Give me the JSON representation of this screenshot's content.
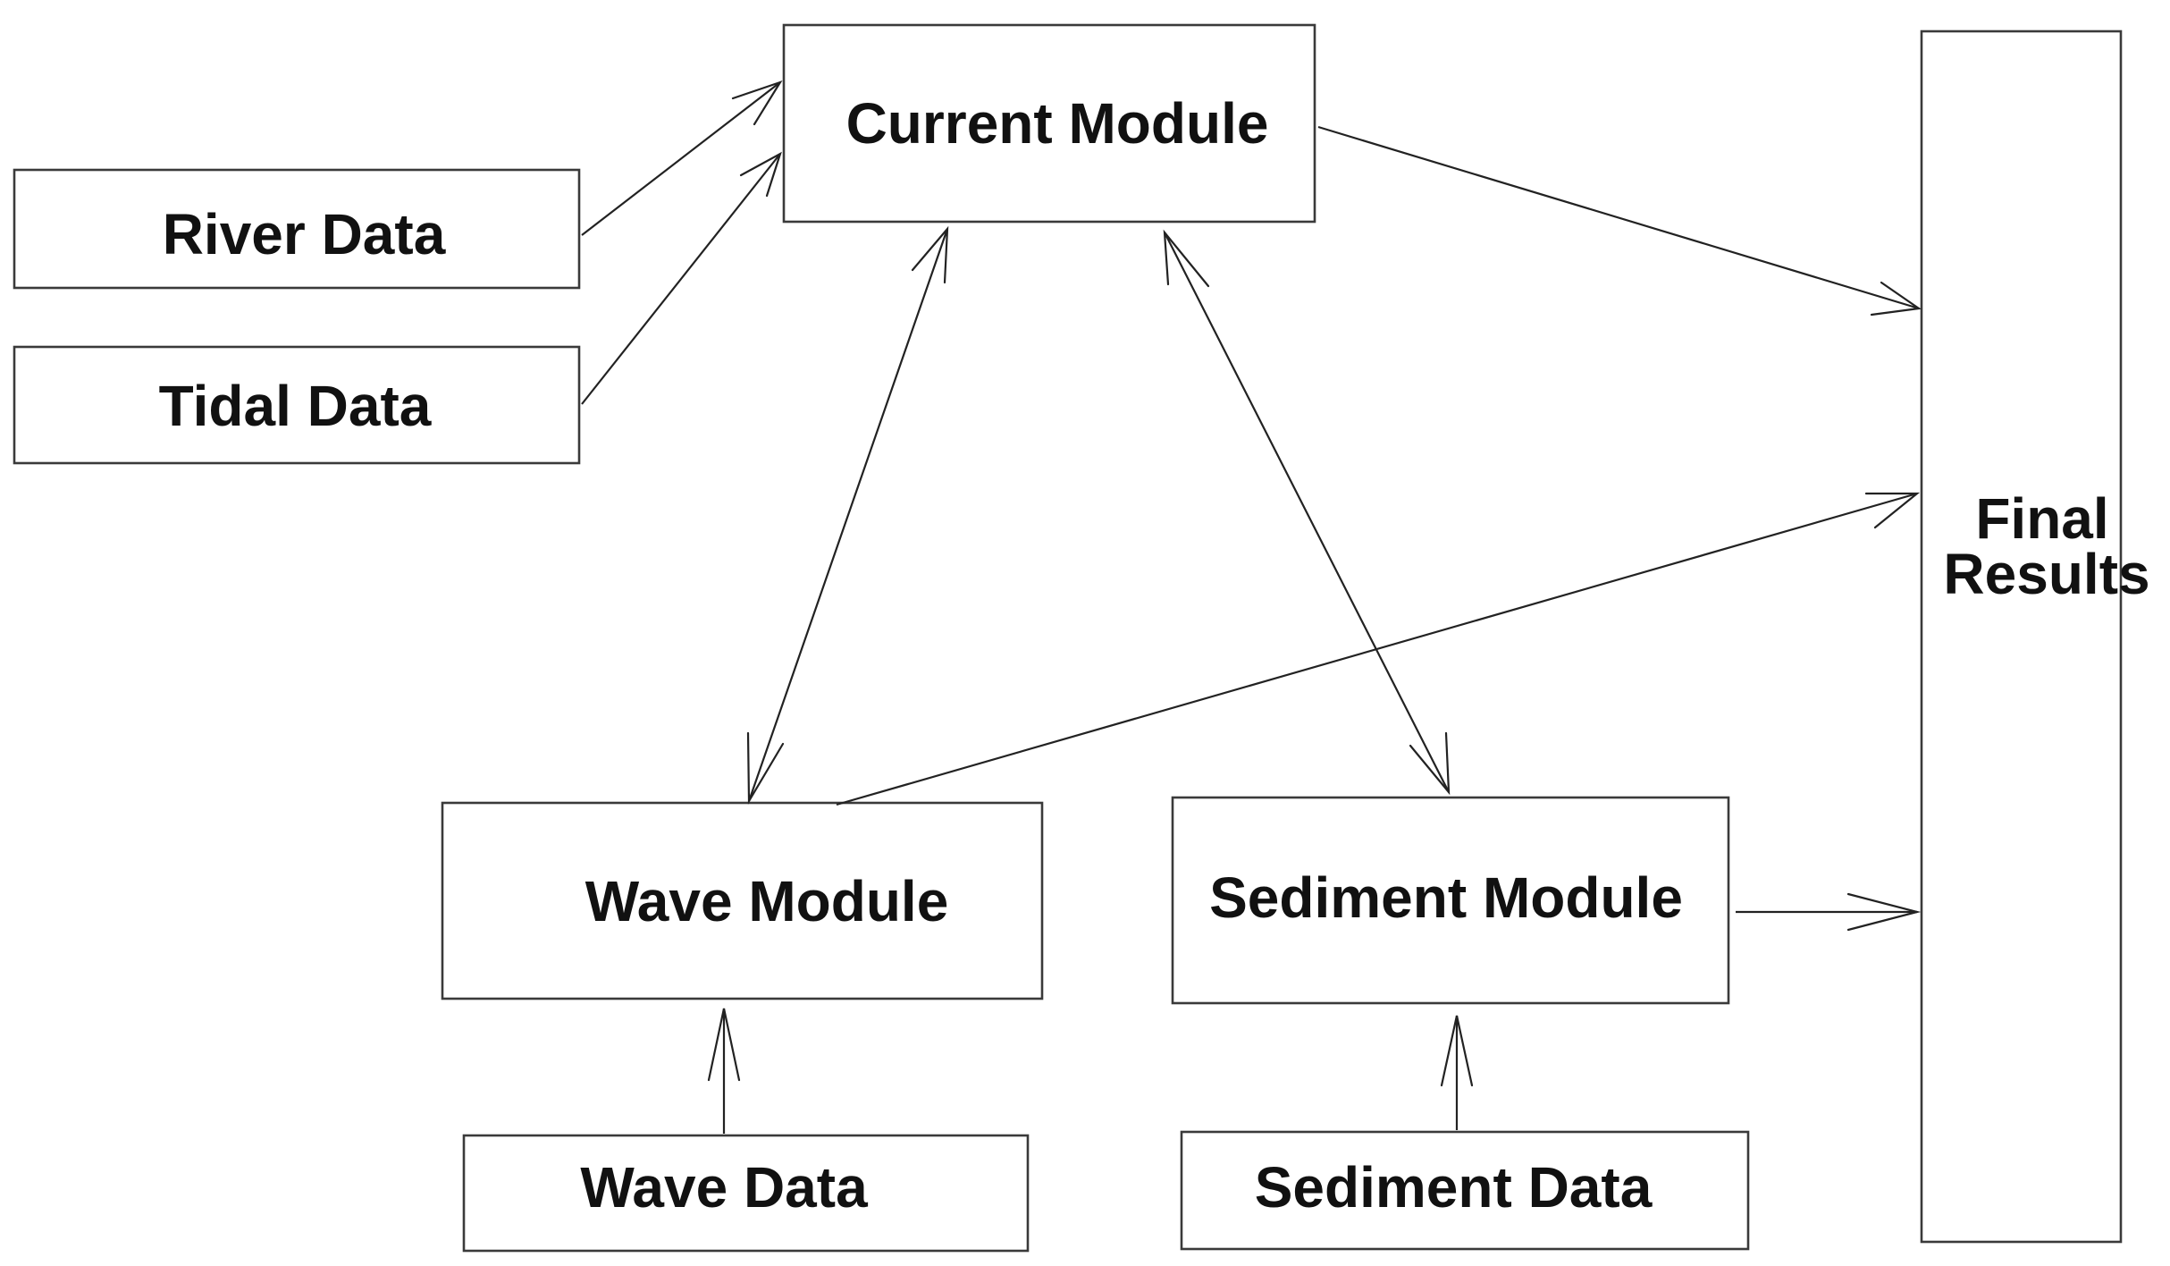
{
  "nodes": {
    "current_module": "Current Module",
    "river_data": "River Data",
    "tidal_data": "Tidal Data",
    "wave_module": "Wave Module",
    "sediment_module": "Sediment Module",
    "wave_data": "Wave Data",
    "sediment_data": "Sediment Data",
    "final_results_line1": "Final",
    "final_results_line2": "Results"
  },
  "edges": [
    {
      "from": "River Data",
      "to": "Current Module",
      "direction": "forward"
    },
    {
      "from": "Tidal Data",
      "to": "Current Module",
      "direction": "forward"
    },
    {
      "from": "Current Module",
      "to": "Final Results",
      "direction": "forward"
    },
    {
      "from": "Current Module",
      "to": "Wave Module",
      "direction": "both"
    },
    {
      "from": "Current Module",
      "to": "Sediment Module",
      "direction": "both"
    },
    {
      "from": "Wave Module",
      "to": "Final Results",
      "direction": "forward"
    },
    {
      "from": "Sediment Module",
      "to": "Final Results",
      "direction": "forward"
    },
    {
      "from": "Wave Data",
      "to": "Wave Module",
      "direction": "forward"
    },
    {
      "from": "Sediment Data",
      "to": "Sediment Module",
      "direction": "forward"
    }
  ]
}
